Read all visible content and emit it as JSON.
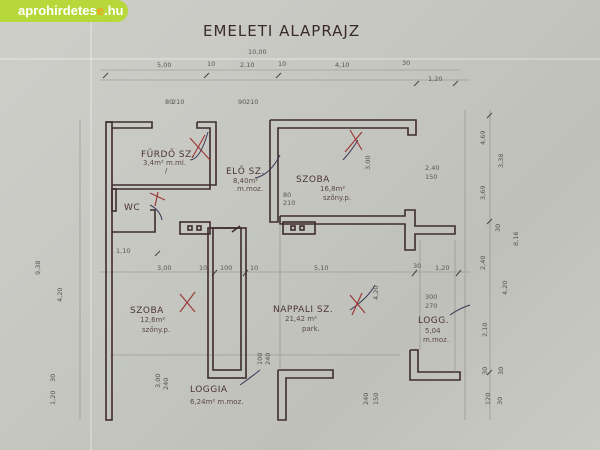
{
  "logo": {
    "text_a": "aprohirdetes",
    "text_b": "e",
    "text_c": ".hu",
    "color": "#b6d83a"
  },
  "title": "EMELETI ALAPRAJZ",
  "rooms": {
    "furdo": {
      "name": "FÜRDŐ SZ.",
      "area": "3,4m² m.ml.",
      "note": "/"
    },
    "elo": {
      "name": "ELŐ SZ.",
      "area": "8,40m²",
      "floor": "m.moz."
    },
    "szoba1": {
      "name": "SZOBA",
      "area": "16,8m²",
      "floor": "szőny.p."
    },
    "wc": {
      "name": "WC"
    },
    "szoba2": {
      "name": "SZOBA",
      "area": "12,6m²",
      "floor": "szőny.p."
    },
    "nappali": {
      "name": "NAPPALI SZ.",
      "area": "21,42 m²",
      "floor": "park."
    },
    "logg": {
      "name": "LOGG.",
      "area": "5,04",
      "floor": "m.moz."
    },
    "loggia": {
      "name": "LOGGIA",
      "area": "6,24m² m.moz."
    }
  },
  "dims": {
    "total_width": "10,00",
    "top": [
      "5,00",
      "10",
      "2,10",
      "10",
      "4,10",
      "30",
      "1,20"
    ],
    "door_a": [
      "80",
      "210"
    ],
    "door_b": [
      "90",
      "210"
    ],
    "door_c": [
      "80",
      "210"
    ],
    "szoba_h": "3,00",
    "window_a": [
      "2,40",
      "150"
    ],
    "right": [
      "4,69",
      "3,38",
      "3,69",
      "30",
      "8,16",
      "2,40",
      "4,20",
      "2,10",
      "30",
      "30"
    ],
    "left": [
      "9,38",
      "4,20",
      "1,20",
      "30",
      "1,10"
    ],
    "mid": [
      "3,00",
      "10",
      "100",
      "10",
      "5,10",
      "30",
      "1,20"
    ],
    "nappali_h": "4,20",
    "logg_window": [
      "300",
      "270"
    ],
    "loggia_door": [
      "100",
      "240"
    ],
    "szoba2_window": [
      "3,00",
      "240"
    ],
    "nappali_window": [
      "240",
      "150"
    ],
    "bottom_right": [
      "120",
      "30"
    ]
  }
}
